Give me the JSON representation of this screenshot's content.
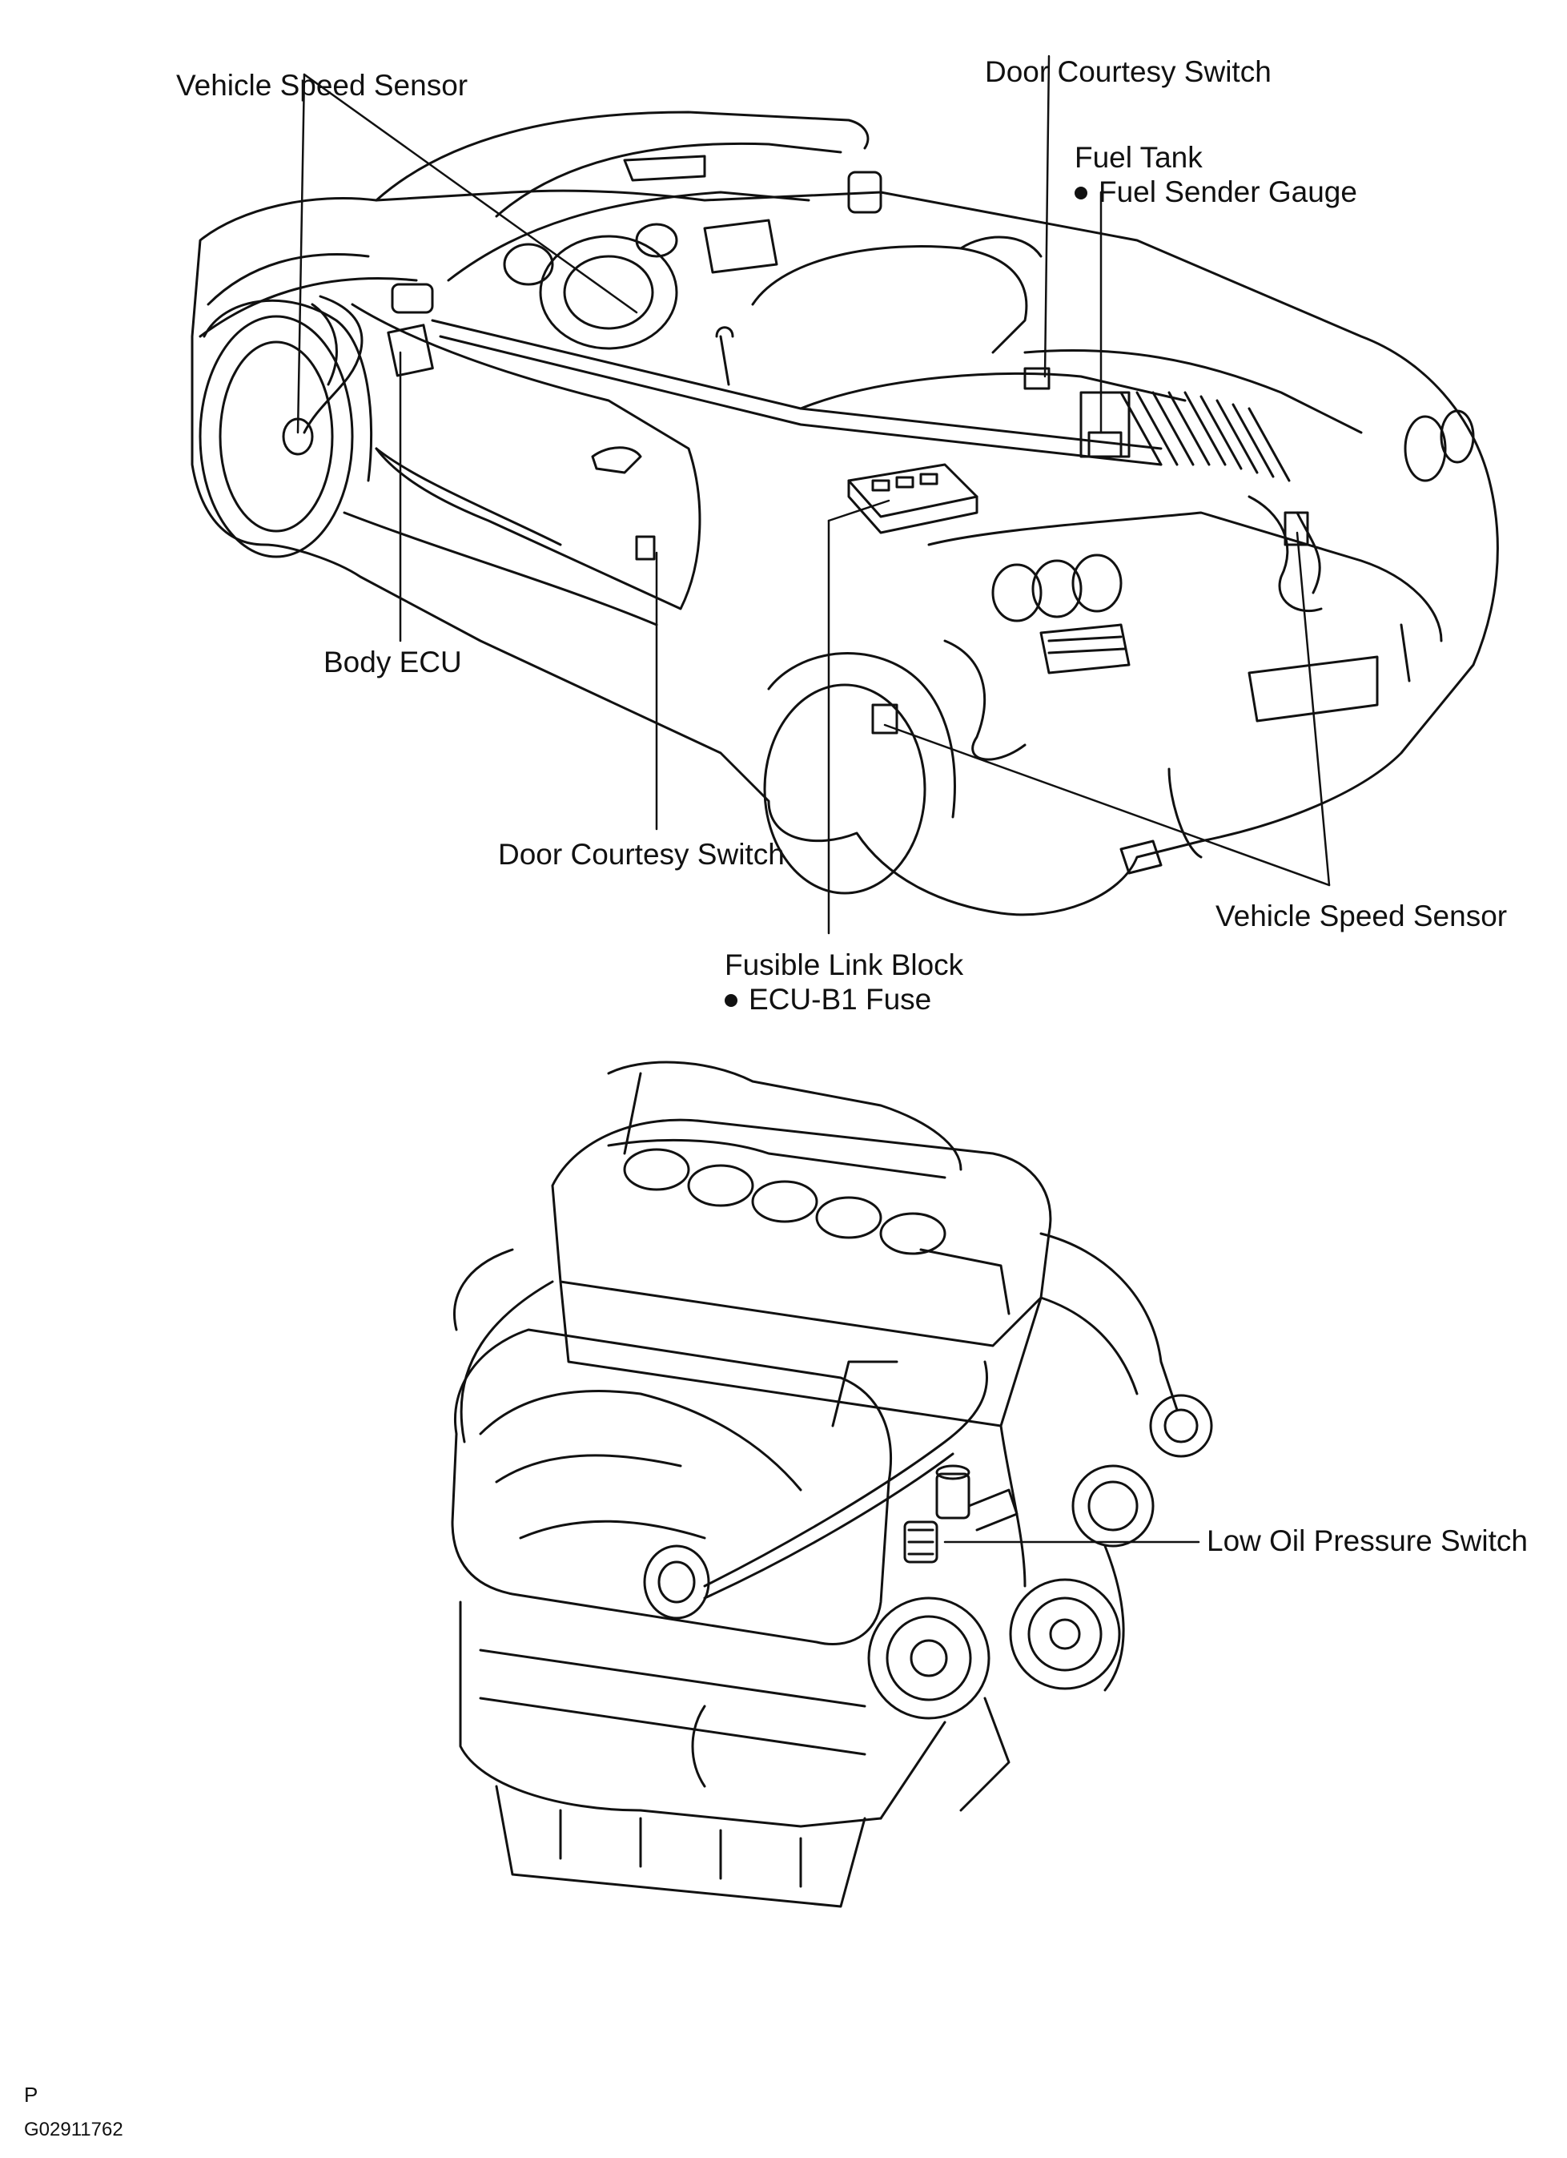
{
  "labels": {
    "vss_top": "Vehicle Speed Sensor",
    "door_top": "Door Courtesy Switch",
    "fuel_tank": "Fuel Tank",
    "fuel_sender": "Fuel Sender Gauge",
    "body_ecu": "Body ECU",
    "door_bottom": "Door Courtesy Switch",
    "vss_right": "Vehicle Speed Sensor",
    "fusible_link": "Fusible Link Block",
    "ecu_fuse": "ECU-B1 Fuse",
    "low_oil": "Low Oil Pressure Switch"
  },
  "footer": {
    "letter": "P",
    "code": "G02911762"
  },
  "colors": {
    "ink": "#111111",
    "background": "#ffffff"
  }
}
